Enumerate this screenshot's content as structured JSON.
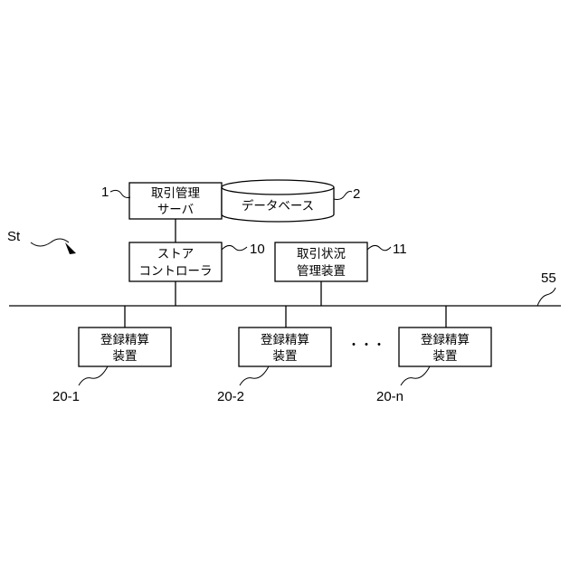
{
  "nodes": {
    "server": {
      "ref": "1",
      "line1": "取引管理",
      "line2": "サーバ"
    },
    "database": {
      "ref": "2",
      "label": "データベース"
    },
    "controller": {
      "ref": "10",
      "line1": "ストア",
      "line2": "コントローラ"
    },
    "status_manager": {
      "ref": "11",
      "line1": "取引状況",
      "line2": "管理装置"
    },
    "terminal_1": {
      "ref": "20-1",
      "line1": "登録精算",
      "line2": "装置"
    },
    "terminal_2": {
      "ref": "20-2",
      "line1": "登録精算",
      "line2": "装置"
    },
    "terminal_n": {
      "ref": "20-n",
      "line1": "登録精算",
      "line2": "装置"
    }
  },
  "network": {
    "ref": "55"
  },
  "store": {
    "ref": "St"
  },
  "ellipsis": "・・・"
}
